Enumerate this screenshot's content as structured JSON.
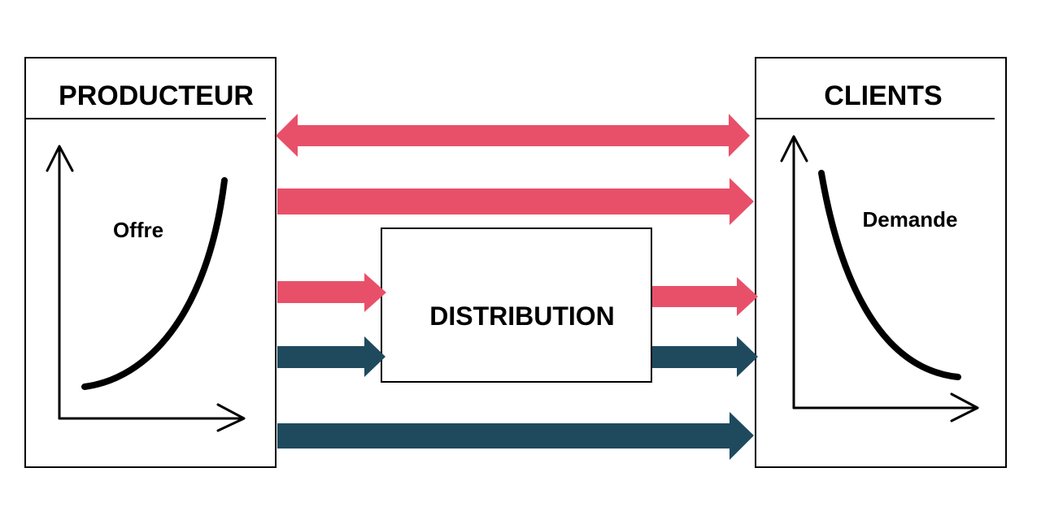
{
  "producer": {
    "title": "PRODUCTEUR",
    "curve_label": "Offre"
  },
  "clients": {
    "title": "CLIENTS",
    "curve_label": "Demande"
  },
  "distribution": {
    "label": "DISTRIBUTION"
  },
  "colors": {
    "flow_red": "#e8506a",
    "flow_teal": "#1f4a5e",
    "outline": "#000000"
  }
}
